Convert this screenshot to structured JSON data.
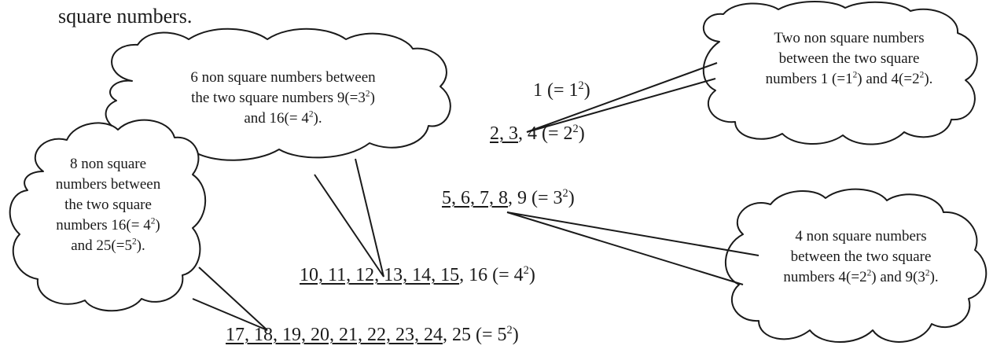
{
  "intro": {
    "tail": "square numbers."
  },
  "sequence": [
    {
      "id": "row1",
      "underlined": "",
      "rest": "1 (= 1",
      "exp": "2",
      "end": ")"
    },
    {
      "id": "row2",
      "underlined": "2, 3",
      "rest": ", 4 (= 2",
      "exp": "2",
      "end": ")"
    },
    {
      "id": "row3",
      "underlined": "5, 6, 7, 8",
      "rest": ", 9 (= 3",
      "exp": "2",
      "end": ")"
    },
    {
      "id": "row4",
      "underlined": "10, 11, 12, 13, 14, 15",
      "rest": ", 16 (= 4",
      "exp": "2",
      "end": ")"
    },
    {
      "id": "row5",
      "underlined": "17, 18, 19, 20, 21, 22, 23, 24",
      "rest": ", 25 (= 5",
      "exp": "2",
      "end": ")"
    }
  ],
  "bubbles": {
    "six": {
      "line1": "6 non square numbers between",
      "line2a": "the two square numbers 9(=3",
      "line2sup": "2",
      "line2b": ")",
      "line3a": "and 16(= 4",
      "line3sup": "2",
      "line3b": ")."
    },
    "two": {
      "line1": "Two non square numbers",
      "line2": "between the two square",
      "line3a": "numbers 1 (=1",
      "line3sup": "2",
      "line3b": ") and 4(=2",
      "line3sup2": "2",
      "line3c": ")."
    },
    "eight": {
      "line1": "8 non square",
      "line2": "numbers between",
      "line3": "the two square",
      "line4a": "numbers 16(= 4",
      "line4sup": "2",
      "line4b": ")",
      "line5a": "and 25(=5",
      "line5sup": "2",
      "line5b": ")."
    },
    "four": {
      "line1": "4 non square numbers",
      "line2": "between the two square",
      "line3a": "numbers 4(=2",
      "line3sup": "2",
      "line3b": ") and 9(3",
      "line3sup2": "2",
      "line3c": ")."
    }
  }
}
